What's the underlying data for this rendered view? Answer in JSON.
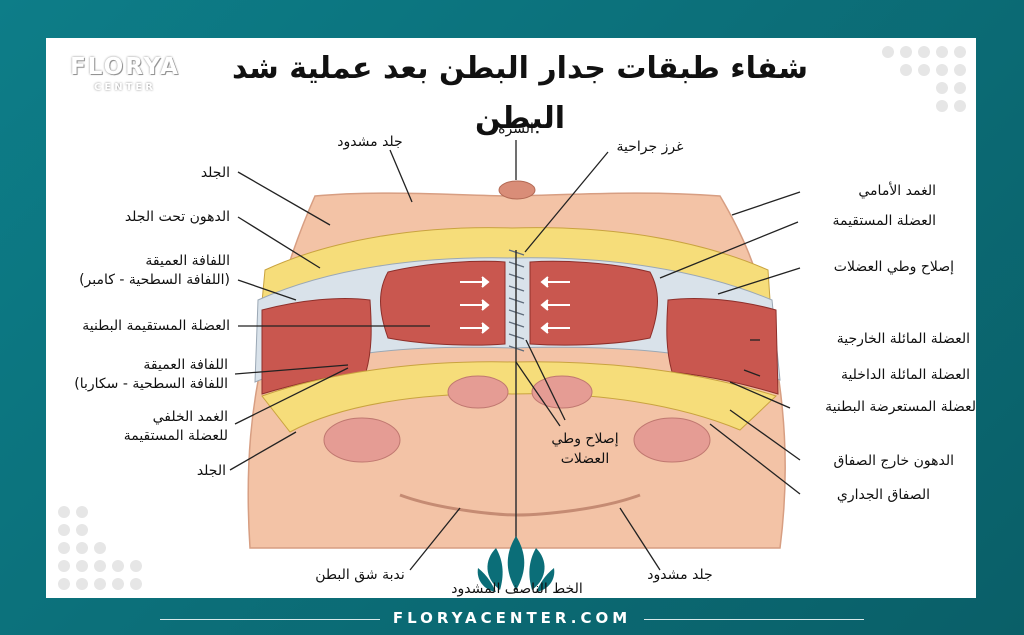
{
  "title": "شفاء طبقات جدار البطن بعد عملية شد البطن",
  "logo": {
    "line1": "FLORYA",
    "line2": "CENTER"
  },
  "footer": {
    "website": "FLORYACENTER.COM"
  },
  "labels_left": {
    "skin_top": "الجلد",
    "subcutaneous_fat": "الدهون تحت الجلد",
    "deep_fascia_camper_1": "اللفافة العميقة",
    "deep_fascia_camper_2": "(اللفافة السطحية - كامبر)",
    "rectus_abdominis": "العضلة المستقيمة البطنية",
    "deep_fascia_scarpa_1": "اللفافة العميقة",
    "deep_fascia_scarpa_2": "اللفافة السطحية - سكاربا)",
    "posterior_sheath_1": "الغمد الخلفي",
    "posterior_sheath_2": "للعضلة المستقيمة",
    "skin_bottom": "الجلد"
  },
  "labels_top": {
    "tightened_skin": "جلد مشدود",
    "navel": "السرة",
    "sutures": "غرز جراحية"
  },
  "labels_right": {
    "anterior_sheath": "الغمد الأمامي",
    "rectus_muscle": "العضلة المستقيمة",
    "muscle_repair": "إصلاح وطي العضلات",
    "external_oblique": "العضلة المائلة الخارجية",
    "internal_oblique": "العضلة المائلة الداخلية",
    "transversus": "لعضلة المستعرضة البطنية",
    "extraperitoneal_fat": "الدهون خارج الصفاق",
    "parietal_peritoneum": "الصفاق الجداري"
  },
  "labels_center": {
    "muscle_plication_1": "إصلاح وطي",
    "muscle_plication_2": "العضلات"
  },
  "labels_bottom": {
    "incision_scar": "ندبة شق البطن",
    "tight_midline": "الخط الناصف المشدود",
    "tightened_skin": "جلد مشدود"
  },
  "colors": {
    "frame": "#0b6e78",
    "skin": "#f3c3a6",
    "fat": "#f6dd7a",
    "muscle": "#c9574f",
    "fascia": "#d9e2ea",
    "organ": "#e59c94"
  }
}
